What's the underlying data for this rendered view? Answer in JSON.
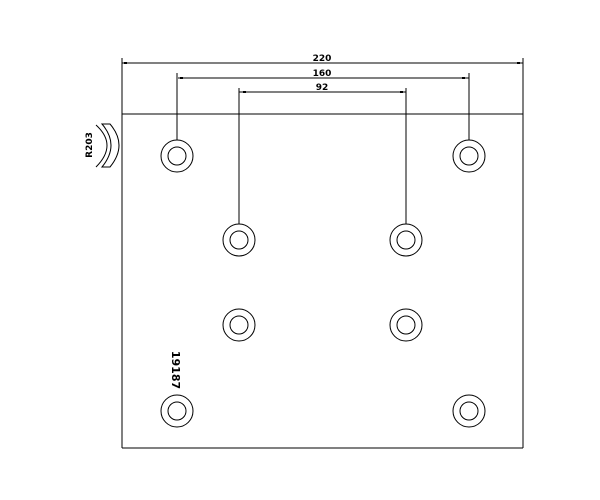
{
  "dimensions": {
    "overall_width": "220",
    "outer_hole_spacing": "160",
    "inner_hole_spacing": "92"
  },
  "radius_label": "R203",
  "part_number": "19187",
  "colors": {
    "line": "#000000",
    "background": "#ffffff"
  }
}
